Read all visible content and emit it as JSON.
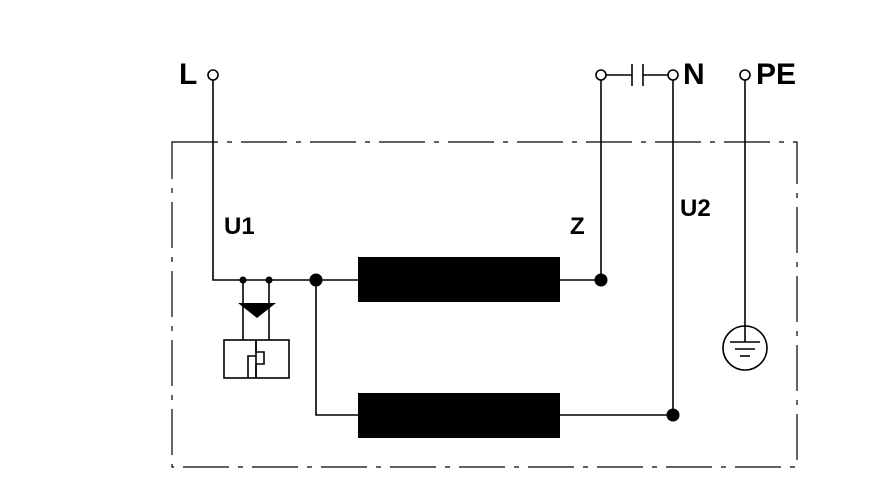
{
  "terminals": {
    "line": "L",
    "neutral": "N",
    "protective_earth": "PE"
  },
  "connection_labels": {
    "u1": "U1",
    "u2": "U2",
    "z": "Z"
  },
  "colors": {
    "ink": "#000000",
    "background": "#ffffff"
  },
  "icons": {
    "thermal_protector": "thermal-protector-icon",
    "capacitor": "capacitor-icon",
    "earth_ground": "ground-icon"
  }
}
